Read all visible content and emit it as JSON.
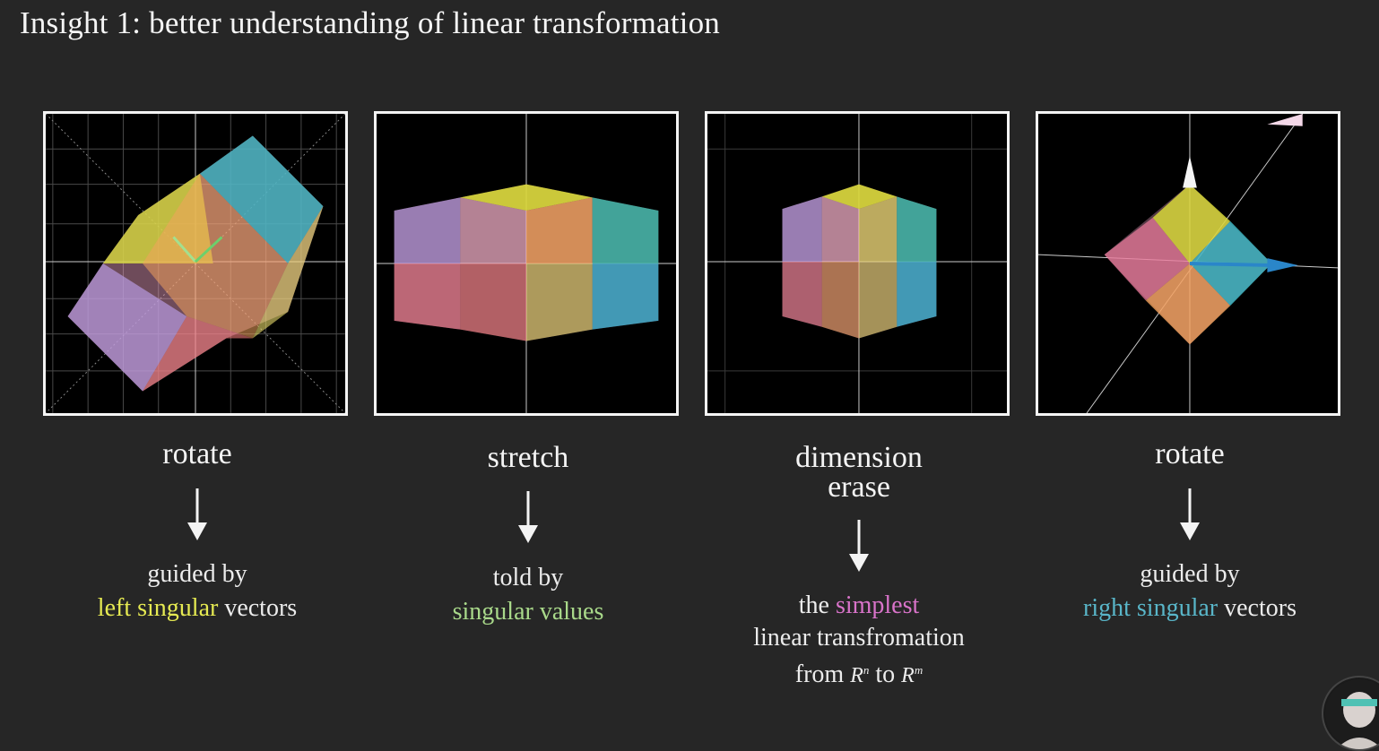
{
  "title": "Insight 1: better understanding of linear transformation",
  "steps": [
    {
      "label": "rotate",
      "desc_line1": "guided by",
      "desc_hl": "left singular",
      "desc_rest": " vectors"
    },
    {
      "label": "stretch",
      "desc_line1": "told by",
      "desc_hl": "singular values"
    },
    {
      "label_line1": "dimension",
      "label_line2": "erase",
      "desc_pre": "the ",
      "desc_hl": "simplest",
      "desc_line2": "linear transfromation",
      "desc_from": "from ",
      "desc_to": " to ",
      "rn": "R",
      "rn_sup": "n",
      "rm": "R",
      "rm_sup": "m"
    },
    {
      "label": "rotate",
      "desc_line1": "guided by",
      "desc_hl": "right singular",
      "desc_rest": " vectors"
    }
  ],
  "colors": {
    "background": "#262626",
    "yellow": "#e6ea52",
    "green": "#a9d98a",
    "pink": "#d873c9",
    "cyan": "#59b6c9"
  }
}
